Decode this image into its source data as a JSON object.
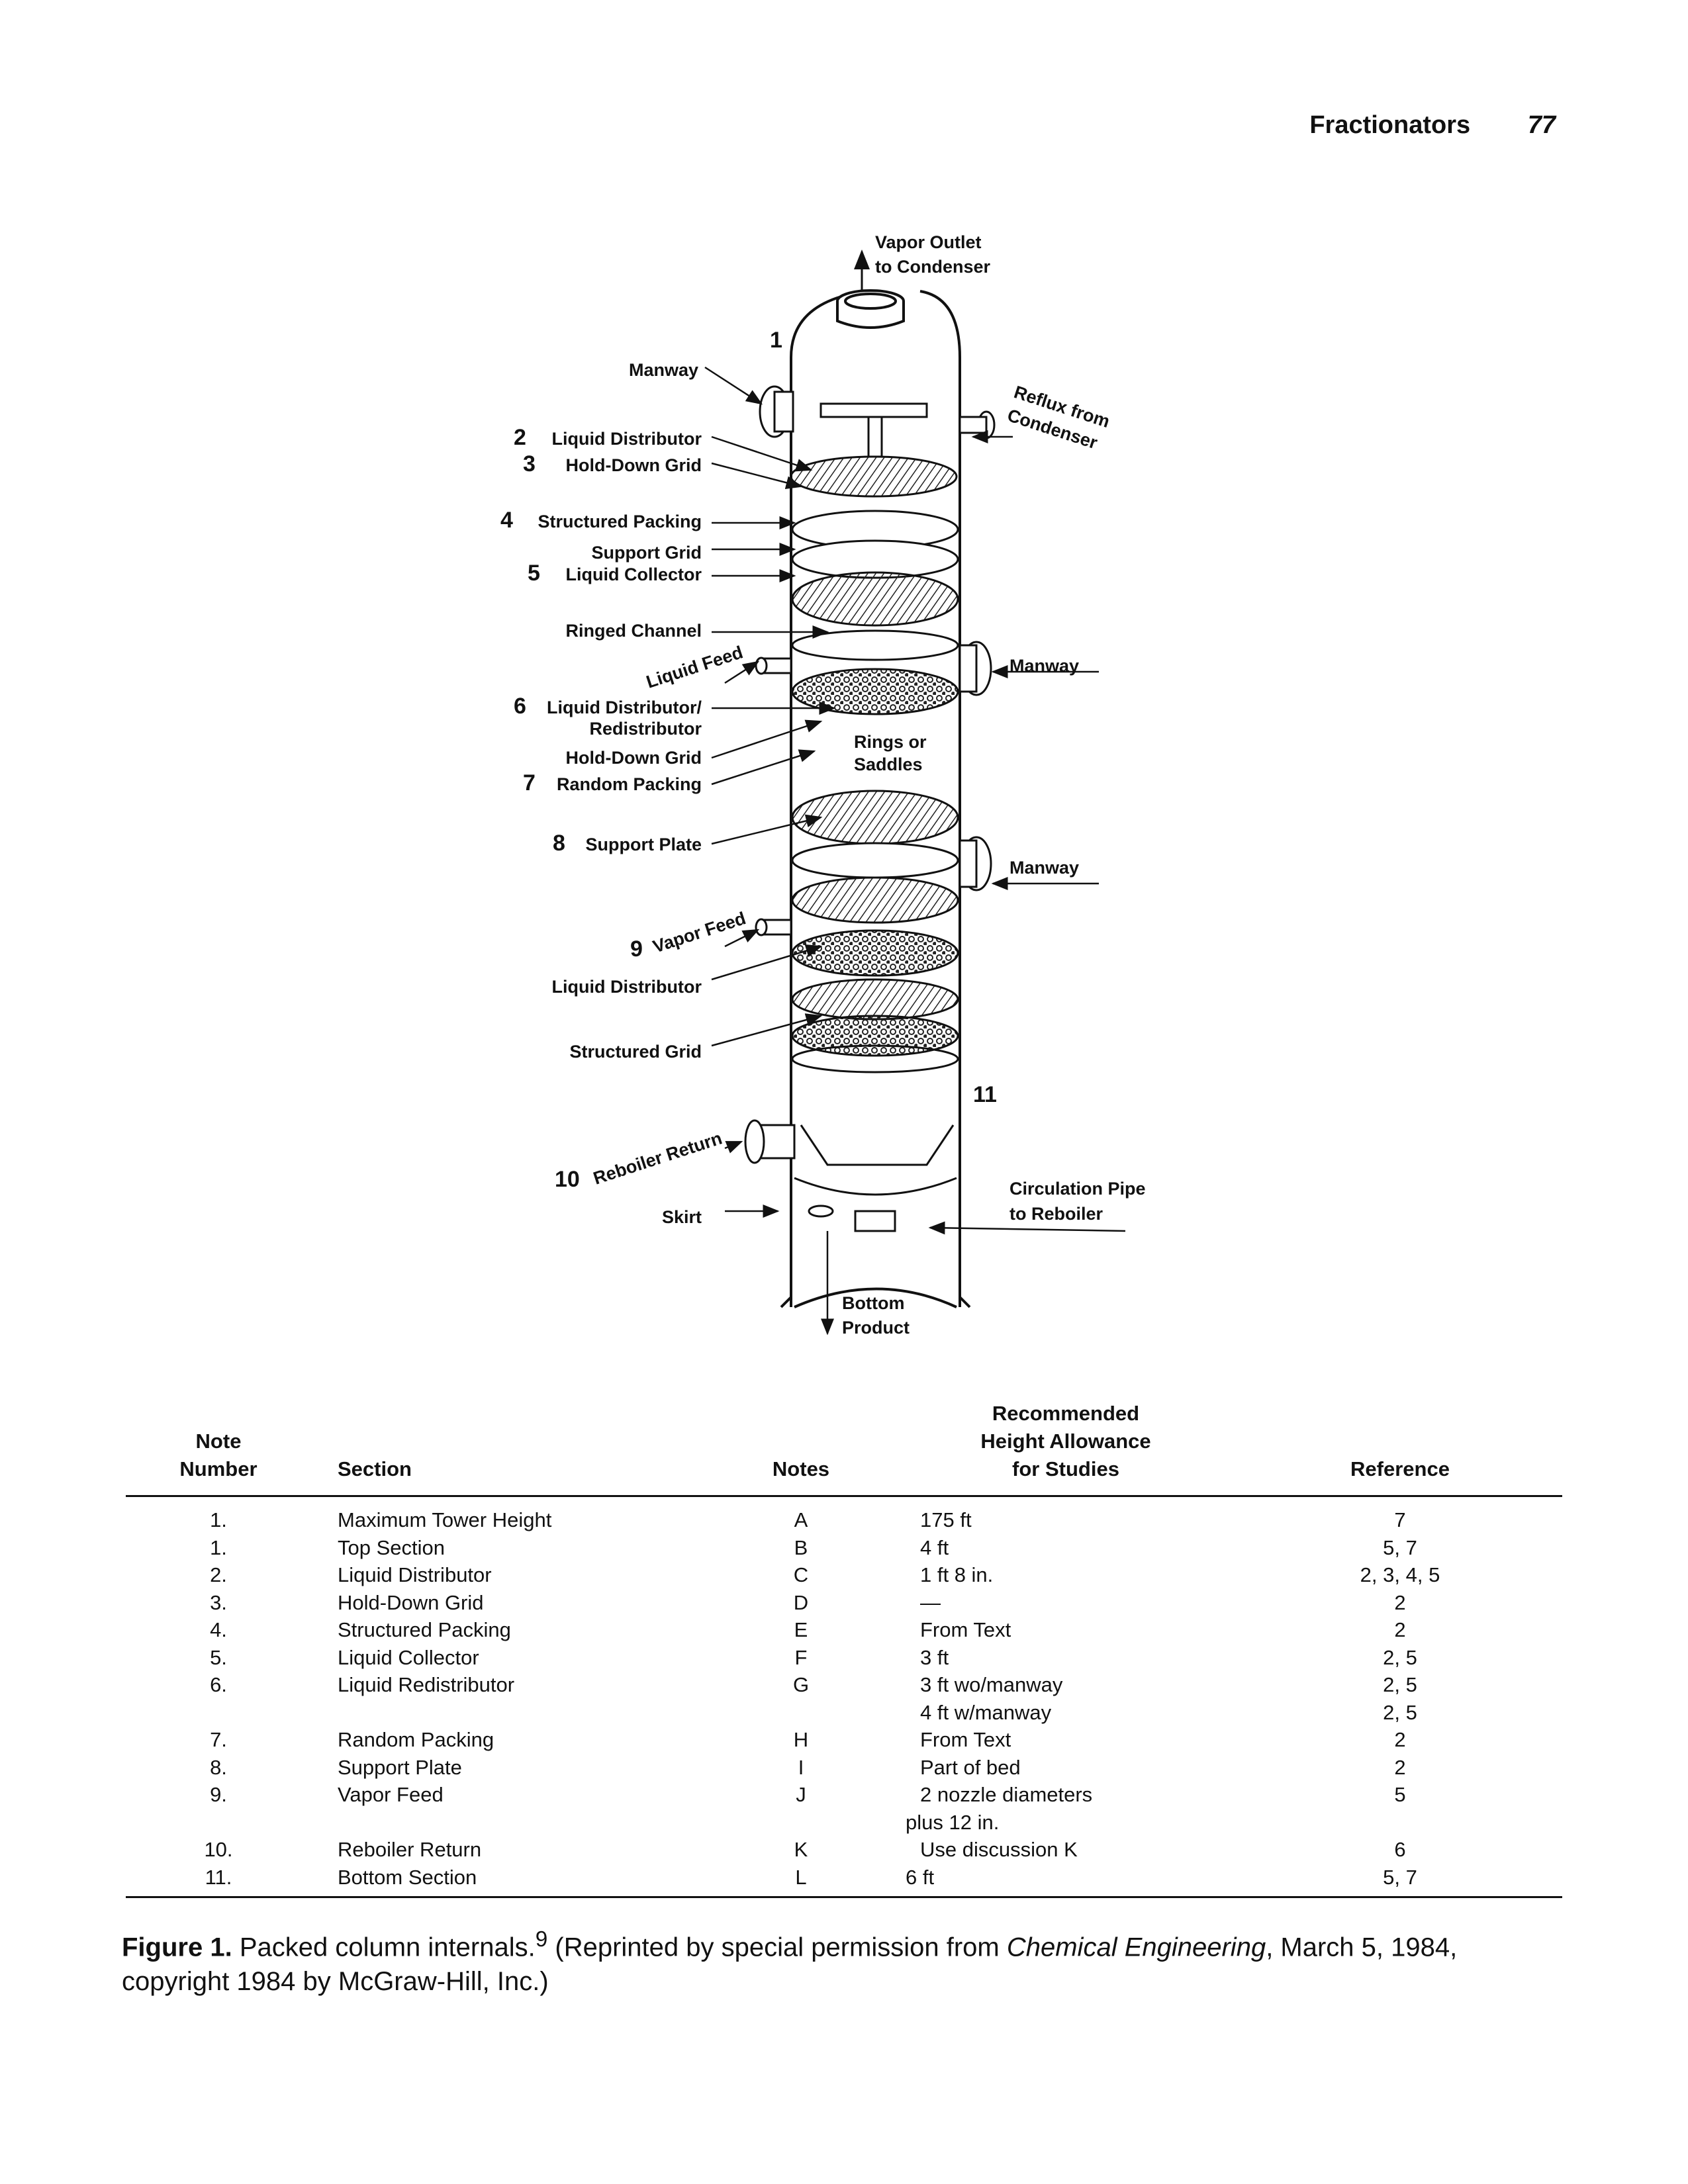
{
  "header": {
    "running_title": "Fractionators",
    "page_number": "77"
  },
  "figure": {
    "labels": {
      "vapor_outlet_1": "Vapor Outlet",
      "vapor_outlet_2": "to Condenser",
      "n1": "1",
      "manway_top": "Manway",
      "reflux_1": "Reflux from",
      "reflux_2": "Condenser",
      "n2": "2",
      "liquid_distributor": "Liquid Distributor",
      "n3": "3",
      "hold_down_grid": "Hold-Down Grid",
      "n4": "4",
      "structured_packing": "Structured Packing",
      "support_grid": "Support Grid",
      "n5": "5",
      "liquid_collector": "Liquid Collector",
      "ringed_channel": "Ringed Channel",
      "liquid_feed": "Liquid Feed",
      "manway_mid": "Manway",
      "n6": "6",
      "liquid_redistributor_1": "Liquid Distributor/",
      "liquid_redistributor_2": "Redistributor",
      "rings_1": "Rings or",
      "rings_2": "Saddles",
      "hold_down_grid_2": "Hold-Down Grid",
      "n7": "7",
      "random_packing": "Random Packing",
      "n8": "8",
      "support_plate": "Support Plate",
      "manway_low": "Manway",
      "n9": "9",
      "vapor_feed": "Vapor Feed",
      "liquid_distributor_low": "Liquid Distributor",
      "structured_grid": "Structured Grid",
      "n11": "11",
      "n10": "10",
      "reboiler_return": "Reboiler Return",
      "circ_1": "Circulation Pipe",
      "circ_2": "to Reboiler",
      "skirt": "Skirt",
      "bottom_1": "Bottom",
      "bottom_2": "Product"
    }
  },
  "table": {
    "headers": {
      "note_number": [
        "Note",
        "Number"
      ],
      "section": "Section",
      "notes": "Notes",
      "height": [
        "Recommended",
        "Height Allowance",
        "for Studies"
      ],
      "reference": "Reference"
    },
    "rows": [
      {
        "num": "1.",
        "section": "Maximum Tower Height",
        "note": "A",
        "height": "175 ft",
        "ref": "7"
      },
      {
        "num": "1.",
        "section": "Top Section",
        "note": "B",
        "height": "4 ft",
        "ref": "5, 7"
      },
      {
        "num": "2.",
        "section": "Liquid Distributor",
        "note": "C",
        "height": "1 ft 8 in.",
        "ref": "2, 3, 4, 5"
      },
      {
        "num": "3.",
        "section": "Hold-Down Grid",
        "note": "D",
        "height": "—",
        "ref": "2"
      },
      {
        "num": "4.",
        "section": "Structured Packing",
        "note": "E",
        "height": "From Text",
        "ref": "2"
      },
      {
        "num": "5.",
        "section": "Liquid Collector",
        "note": "F",
        "height": "3 ft",
        "ref": "2, 5"
      },
      {
        "num": "6.",
        "section": "Liquid Redistributor",
        "note": "G",
        "height": "3 ft wo/manway",
        "ref": "2, 5"
      },
      {
        "num": "",
        "section": "",
        "note": "",
        "height": "4 ft w/manway",
        "ref": "2, 5"
      },
      {
        "num": "7.",
        "section": "Random Packing",
        "note": "H",
        "height": "From Text",
        "ref": "2"
      },
      {
        "num": "8.",
        "section": "Support Plate",
        "note": "I",
        "height": "Part of bed",
        "ref": "2"
      },
      {
        "num": "9.",
        "section": "Vapor Feed",
        "note": "J",
        "height": "2 nozzle diameters",
        "ref": "5"
      },
      {
        "num": "",
        "section": "",
        "note": "",
        "height": "plus 12 in.",
        "ref": "",
        "indent": true
      },
      {
        "num": "10.",
        "section": "Reboiler Return",
        "note": "K",
        "height": "Use discussion K",
        "ref": "6"
      },
      {
        "num": "11.",
        "section": "Bottom Section",
        "note": "L",
        "height": "6 ft",
        "ref": "5, 7",
        "indent": true
      }
    ]
  },
  "caption": {
    "label": "Figure 1.",
    "text_a": " Packed column internals.",
    "sup": "9",
    "text_b": " (Reprinted by special permission from ",
    "source": "Chemical Engineering",
    "text_c": ", March 5, 1984, copyright 1984 by McGraw-Hill, Inc.)"
  }
}
